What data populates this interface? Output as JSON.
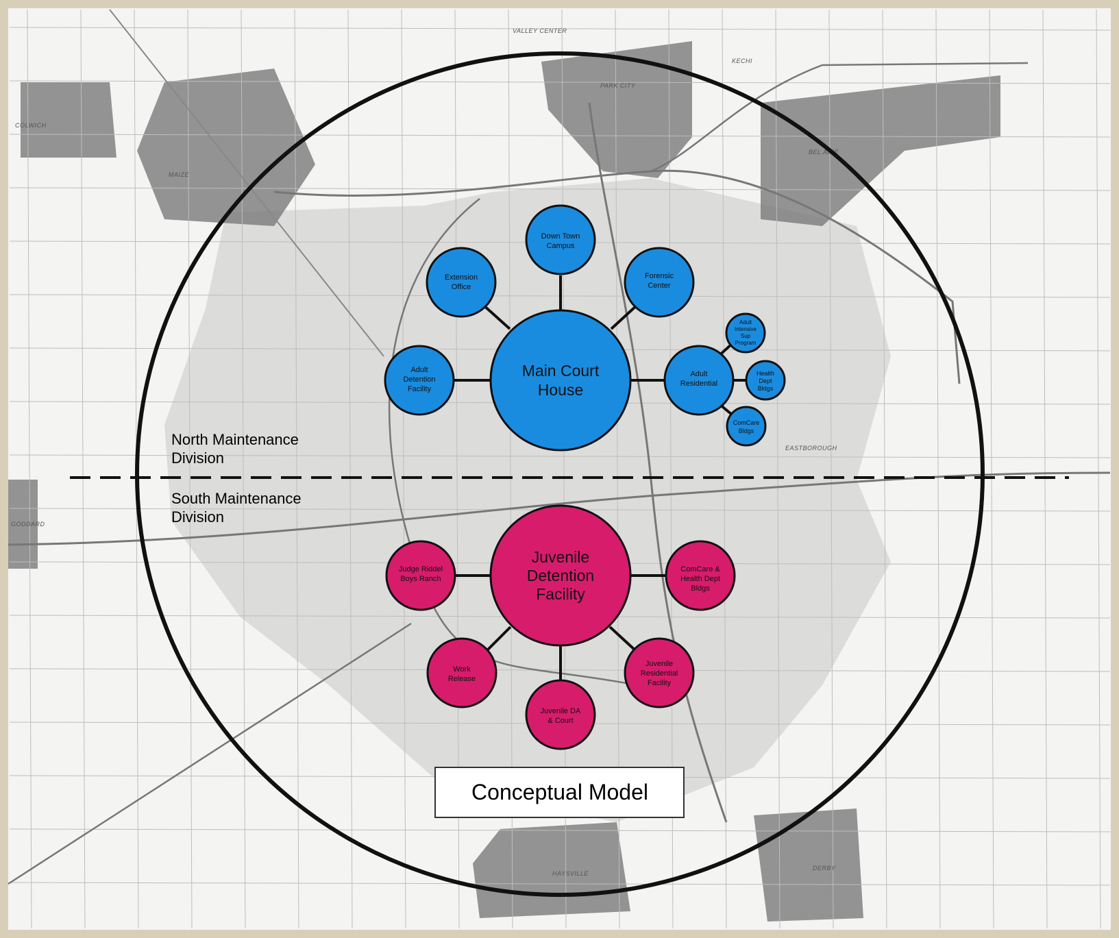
{
  "colors": {
    "north": "#1a8ce0",
    "south": "#d81c6c",
    "outline": "#111111",
    "background": "#f4f4f2",
    "urban": "#d2d2d2",
    "city_dark": "#7a7a7a",
    "frame": "#d9cfb8"
  },
  "divisions": {
    "north": [
      "North Maintenance",
      "Division"
    ],
    "south": [
      "South Maintenance",
      "Division"
    ]
  },
  "title": "Conceptual Model",
  "towns": [
    {
      "name": "VALLEY CENTER"
    },
    {
      "name": "PARK CITY"
    },
    {
      "name": "KECHI"
    },
    {
      "name": "COLWICH"
    },
    {
      "name": "MAIZE"
    },
    {
      "name": "BEL AIRE"
    },
    {
      "name": "EASTBOROUGH"
    },
    {
      "name": "GODDARD"
    },
    {
      "name": "HAYSVILLE"
    },
    {
      "name": "DERBY"
    }
  ],
  "nodes": {
    "main_court_house": [
      "Main Court",
      "House"
    ],
    "down_town_campus": [
      "Down Town",
      "Campus"
    ],
    "extension_office": [
      "Extension",
      "Office"
    ],
    "forensic_center": [
      "Forensic",
      "Center"
    ],
    "adult_detention": [
      "Adult",
      "Detention",
      "Facility"
    ],
    "adult_residential": [
      "Adult",
      "Residential"
    ],
    "adult_intensive": [
      "Adult",
      "Intensive",
      "Sup",
      "Program"
    ],
    "health_dept_bldgs": [
      "Health",
      "Dept",
      "Bldgs"
    ],
    "comcare_bldgs": [
      "ComCare",
      "Bldgs"
    ],
    "juvenile_detention": [
      "Juvenile",
      "Detention",
      "Facility"
    ],
    "judge_riddel": [
      "Judge Riddel",
      "Boys Ranch"
    ],
    "comcare_health": [
      "ComCare &",
      "Health Dept",
      "Bldgs"
    ],
    "work_release": [
      "Work",
      "Release"
    ],
    "juvenile_da": [
      "Juvenile DA",
      "& Court"
    ],
    "juvenile_residential": [
      "Juvenile",
      "Residential",
      "Facility"
    ]
  }
}
